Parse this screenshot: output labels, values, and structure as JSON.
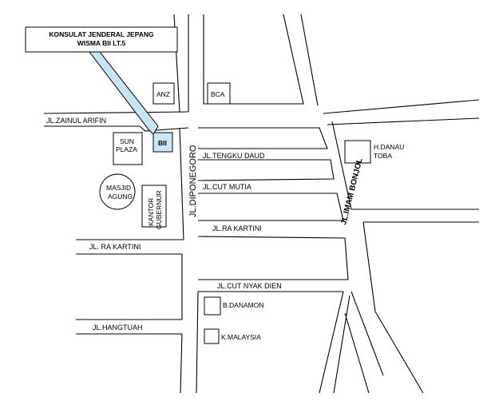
{
  "callout": {
    "line1": "KONSULAT JENDERAL JEPANG",
    "line2": "WISMA BII LT.5"
  },
  "buildings": {
    "anz": "ANZ",
    "bca": "BCA",
    "bii": "BII",
    "sun_plaza_1": "SUN",
    "sun_plaza_2": "PLAZA",
    "masjid_1": "MASJID",
    "masjid_2": "AGUNG",
    "kantor_1": "KANTOR",
    "kantor_2": "GUBERNUR",
    "hotel_1": "H.DANAU",
    "hotel_2": "TOBA",
    "danamon": "B.DANAMON",
    "malaysia": "K.MALAYSIA"
  },
  "roads": {
    "zainul_arifin": "JL.ZAINUL ARIFIN",
    "diponegoro": "JL.DIPONEGORO",
    "tengku_daud": "JL.TENGKU DAUD",
    "cut_mutia": "JL.CUT MUTIA",
    "ra_kartini_east": "JL.RA KARTINI",
    "ra_kartini_west": "JL. RA KARTINI",
    "cut_nyak_dien": "JL.CUT NYAK DIEN",
    "hangtuah": "JL.HANGTUAH",
    "imam_bonjol": "JL.IMAM BONJOL"
  },
  "colors": {
    "highlight": "#cce6f7",
    "arrow": "#c8e4f4"
  }
}
